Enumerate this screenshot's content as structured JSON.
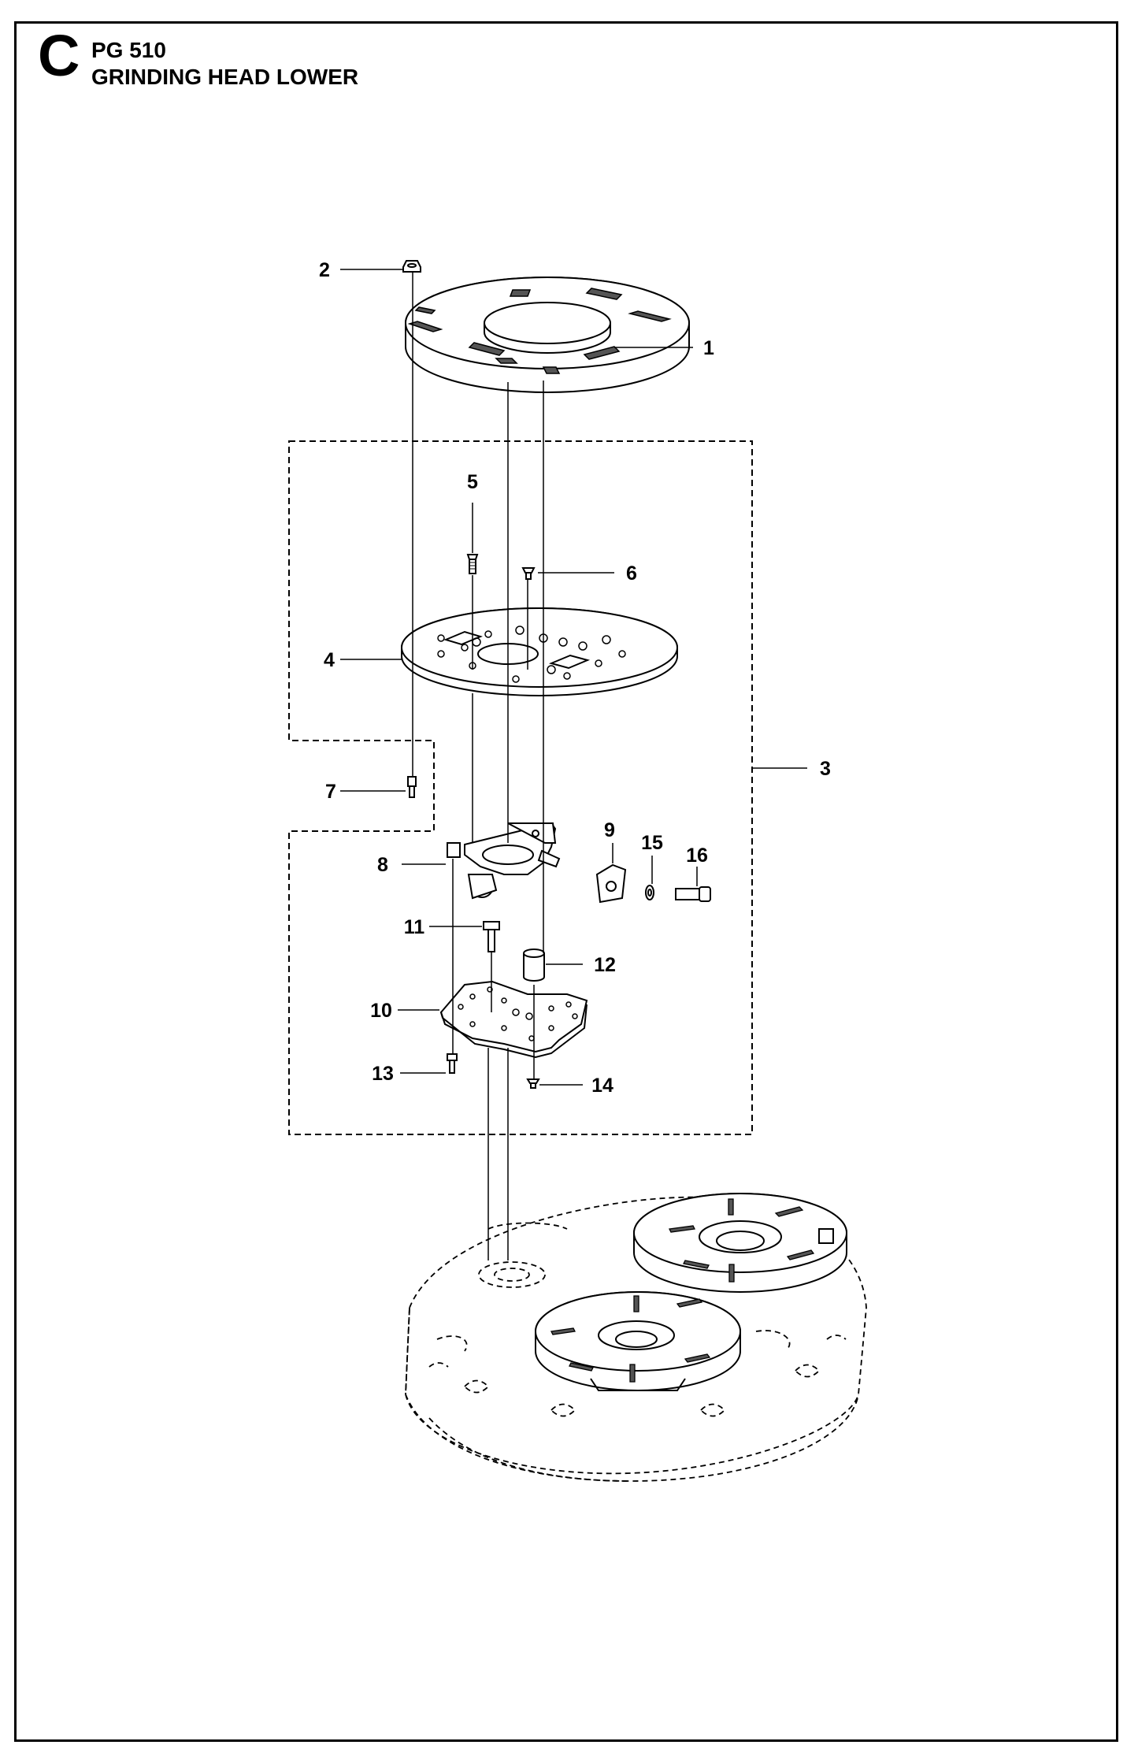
{
  "header": {
    "section_letter": "C",
    "code": "PG 510",
    "title": "GRINDING HEAD LOWER"
  },
  "callouts": [
    "1",
    "2",
    "3",
    "4",
    "5",
    "6",
    "7",
    "8",
    "9",
    "10",
    "11",
    "12",
    "13",
    "14",
    "15",
    "16"
  ]
}
